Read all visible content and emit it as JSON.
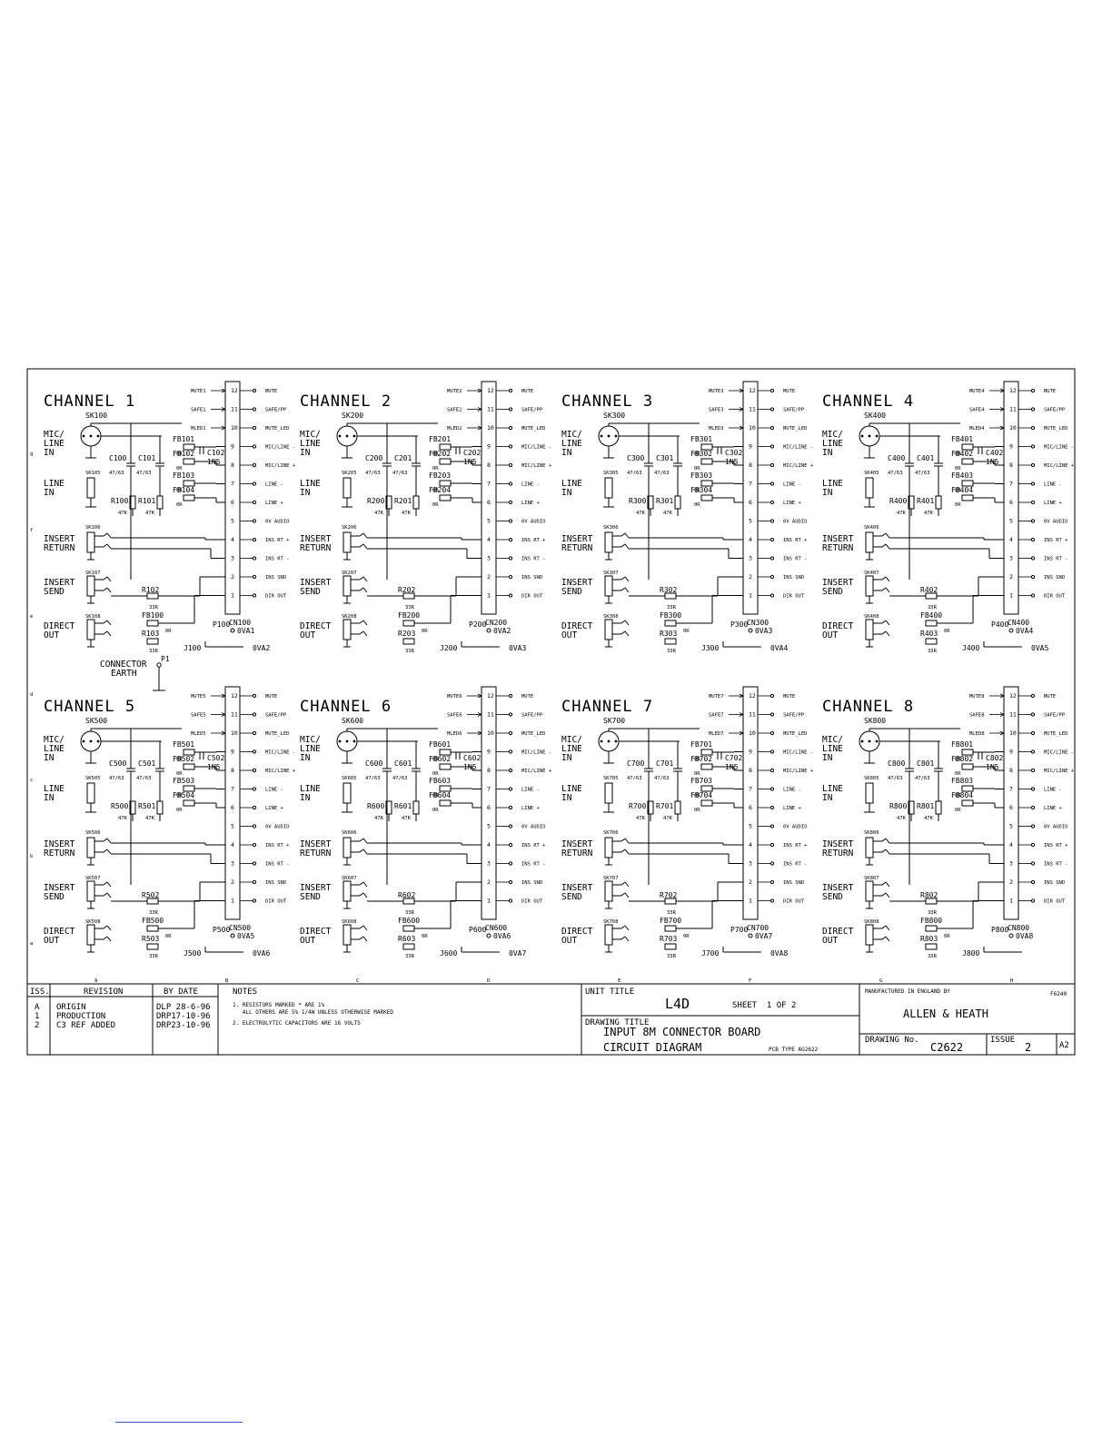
{
  "sheet": {
    "grid_letters": [
      "A",
      "B",
      "C",
      "D",
      "E",
      "F",
      "G",
      "H"
    ],
    "row_letters": [
      "a",
      "b",
      "c",
      "d",
      "e",
      "f",
      "g"
    ],
    "connector_earth": {
      "label1": "CONNECTOR",
      "label2": "EARTH",
      "ref": "P1"
    }
  },
  "common": {
    "mic_line": [
      "MIC/",
      "LINE",
      "IN"
    ],
    "line_in": [
      "LINE",
      "IN"
    ],
    "insert_return": [
      "INSERT",
      "RETURN"
    ],
    "insert_send": [
      "INSERT",
      "SEND"
    ],
    "direct_out": [
      "DIRECT",
      "OUT"
    ],
    "cap_value": "47/63",
    "res_47k": "47K",
    "res_33r": "33R",
    "fb_value": "0R",
    "cap_1n5": "1N5",
    "pins": [
      "12",
      "11",
      "10",
      "9",
      "8",
      "7",
      "6",
      "5",
      "4",
      "3",
      "2",
      "1"
    ],
    "signals": [
      "MUTE",
      "SAFE/PP",
      "MUTE_LED",
      "MIC/LINE -",
      "MIC/LINE +",
      "LINE -",
      "LINE +",
      "0V AUDIO",
      "INS RT +",
      "INS RT -",
      "INS SND",
      "DIR OUT"
    ]
  },
  "channels": [
    {
      "title": "CHANNEL 1",
      "sk": "SK100",
      "sk_line": "SK105",
      "sk_ret": "SK106",
      "sk_snd": "SK107",
      "sk_dir": "SK108",
      "c_a": "C100",
      "c_b": "C101",
      "c_c": "C102",
      "fb1": "FB101",
      "fb2": "FB102",
      "fb3": "FB103",
      "fb4": "FB104",
      "fb0": "FB100",
      "r_a": "R100",
      "r_b": "R101",
      "r_snd": "R102",
      "r_dir": "R103",
      "cn": "CN100",
      "p": "P100",
      "j": "J100",
      "ova": "0VA1",
      "ovb": "0VA2",
      "mute": "MUTE1",
      "safe": "SAFE1",
      "mled": "MLED1"
    },
    {
      "title": "CHANNEL 2",
      "sk": "SK200",
      "sk_line": "SK205",
      "sk_ret": "SK206",
      "sk_snd": "SK207",
      "sk_dir": "SK208",
      "c_a": "C200",
      "c_b": "C201",
      "c_c": "C202",
      "fb1": "FB201",
      "fb2": "FB202",
      "fb3": "FB203",
      "fb4": "FB204",
      "fb0": "FB200",
      "r_a": "R200",
      "r_b": "R201",
      "r_snd": "R202",
      "r_dir": "R203",
      "cn": "CN200",
      "p": "P200",
      "j": "J200",
      "ova": "0VA2",
      "ovb": "0VA3",
      "mute": "MUTE2",
      "safe": "SAFE2",
      "mled": "MLED2"
    },
    {
      "title": "CHANNEL 3",
      "sk": "SK300",
      "sk_line": "SK305",
      "sk_ret": "SK306",
      "sk_snd": "SK307",
      "sk_dir": "SK308",
      "c_a": "C300",
      "c_b": "C301",
      "c_c": "C302",
      "fb1": "FB301",
      "fb2": "FB302",
      "fb3": "FB303",
      "fb4": "FB304",
      "fb0": "FB300",
      "r_a": "R300",
      "r_b": "R301",
      "r_snd": "R302",
      "r_dir": "R303",
      "cn": "CN300",
      "p": "P300",
      "j": "J300",
      "ova": "0VA3",
      "ovb": "0VA4",
      "mute": "MUTE3",
      "safe": "SAFE3",
      "mled": "MLED3"
    },
    {
      "title": "CHANNEL 4",
      "sk": "SK400",
      "sk_line": "SK405",
      "sk_ret": "SK406",
      "sk_snd": "SK407",
      "sk_dir": "SK408",
      "c_a": "C400",
      "c_b": "C401",
      "c_c": "C402",
      "fb1": "FB401",
      "fb2": "FB402",
      "fb3": "FB403",
      "fb4": "FB404",
      "fb0": "FB400",
      "r_a": "R400",
      "r_b": "R401",
      "r_snd": "R402",
      "r_dir": "R403",
      "cn": "CN400",
      "p": "P400",
      "j": "J400",
      "ova": "0VA4",
      "ovb": "0VA5",
      "mute": "MUTE4",
      "safe": "SAFE4",
      "mled": "MLED4"
    },
    {
      "title": "CHANNEL 5",
      "sk": "SK500",
      "sk_line": "SK505",
      "sk_ret": "SK506",
      "sk_snd": "SK507",
      "sk_dir": "SK508",
      "c_a": "C500",
      "c_b": "C501",
      "c_c": "C502",
      "fb1": "FB501",
      "fb2": "FB502",
      "fb3": "FB503",
      "fb4": "FB504",
      "fb0": "FB500",
      "r_a": "R500",
      "r_b": "R501",
      "r_snd": "R502",
      "r_dir": "R503",
      "cn": "CN500",
      "p": "P500",
      "j": "J500",
      "ova": "0VA5",
      "ovb": "0VA6",
      "mute": "MUTE5",
      "safe": "SAFE5",
      "mled": "MLED5"
    },
    {
      "title": "CHANNEL 6",
      "sk": "SK600",
      "sk_line": "SK605",
      "sk_ret": "SK606",
      "sk_snd": "SK607",
      "sk_dir": "SK608",
      "c_a": "C600",
      "c_b": "C601",
      "c_c": "C602",
      "fb1": "FB601",
      "fb2": "FB602",
      "fb3": "FB603",
      "fb4": "FB604",
      "fb0": "FB600",
      "r_a": "R600",
      "r_b": "R601",
      "r_snd": "R602",
      "r_dir": "R603",
      "cn": "CN600",
      "p": "P600",
      "j": "J600",
      "ova": "0VA6",
      "ovb": "0VA7",
      "mute": "MUTE6",
      "safe": "SAFE6",
      "mled": "MLED6"
    },
    {
      "title": "CHANNEL 7",
      "sk": "SK700",
      "sk_line": "SK705",
      "sk_ret": "SK706",
      "sk_snd": "SK707",
      "sk_dir": "SK708",
      "c_a": "C700",
      "c_b": "C701",
      "c_c": "C702",
      "fb1": "FB701",
      "fb2": "FB702",
      "fb3": "FB703",
      "fb4": "FB704",
      "fb0": "FB700",
      "r_a": "R700",
      "r_b": "R701",
      "r_snd": "R702",
      "r_dir": "R703",
      "cn": "CN700",
      "p": "P700",
      "j": "J700",
      "ova": "0VA7",
      "ovb": "0VA8",
      "mute": "MUTE7",
      "safe": "SAFE7",
      "mled": "MLED7"
    },
    {
      "title": "CHANNEL 8",
      "sk": "SK800",
      "sk_line": "SK805",
      "sk_ret": "SK806",
      "sk_snd": "SK807",
      "sk_dir": "SK808",
      "c_a": "C800",
      "c_b": "C801",
      "c_c": "C802",
      "fb1": "FB801",
      "fb2": "FB802",
      "fb3": "FB803",
      "fb4": "FB804",
      "fb0": "FB800",
      "r_a": "R800",
      "r_b": "R801",
      "r_snd": "R802",
      "r_dir": "R803",
      "cn": "CN800",
      "p": "P800",
      "j": "J800",
      "ova": "0VA8",
      "ovb": "",
      "mute": "MUTE8",
      "safe": "SAFE8",
      "mled": "MLED8"
    }
  ],
  "title_block": {
    "revision_headers": {
      "iss": "ISS.",
      "revision": "REVISION",
      "by_date": "BY  DATE",
      "notes": "NOTES"
    },
    "revisions": [
      {
        "iss": "A",
        "text": "ORIGIN",
        "by": "DLP 28-6-96"
      },
      {
        "iss": "1",
        "text": "PRODUCTION",
        "by": "DRP17-10-96"
      },
      {
        "iss": "2",
        "text": "C3 REF ADDED",
        "by": "DRP23-10-96"
      }
    ],
    "notes": [
      "1. RESISTORS MARKED * ARE 1%",
      "   ALL OTHERS ARE 5% 1/4W UNLESS OTHERWISE MARKED",
      "2. ELECTROLYTIC CAPACITORS ARE 16 VOLTS"
    ],
    "unit_title_label": "UNIT TITLE",
    "unit_title": "L4D",
    "sheet": "SHEET  1 OF 2",
    "drawing_title_label": "DRAWING TITLE",
    "drawing_title_1": "INPUT 8M CONNECTOR BOARD",
    "drawing_title_2": "CIRCUIT DIAGRAM",
    "pcb_type": "PCB TYPE AG2622",
    "manufactured": "MANUFACTURED IN ENGLAND BY",
    "company": "ALLEN & HEATH",
    "code": "F6240",
    "drawing_no_label": "DRAWING No.",
    "drawing_no": "C2622",
    "issue_label": "ISSUE",
    "issue": "2",
    "size": "A2"
  }
}
